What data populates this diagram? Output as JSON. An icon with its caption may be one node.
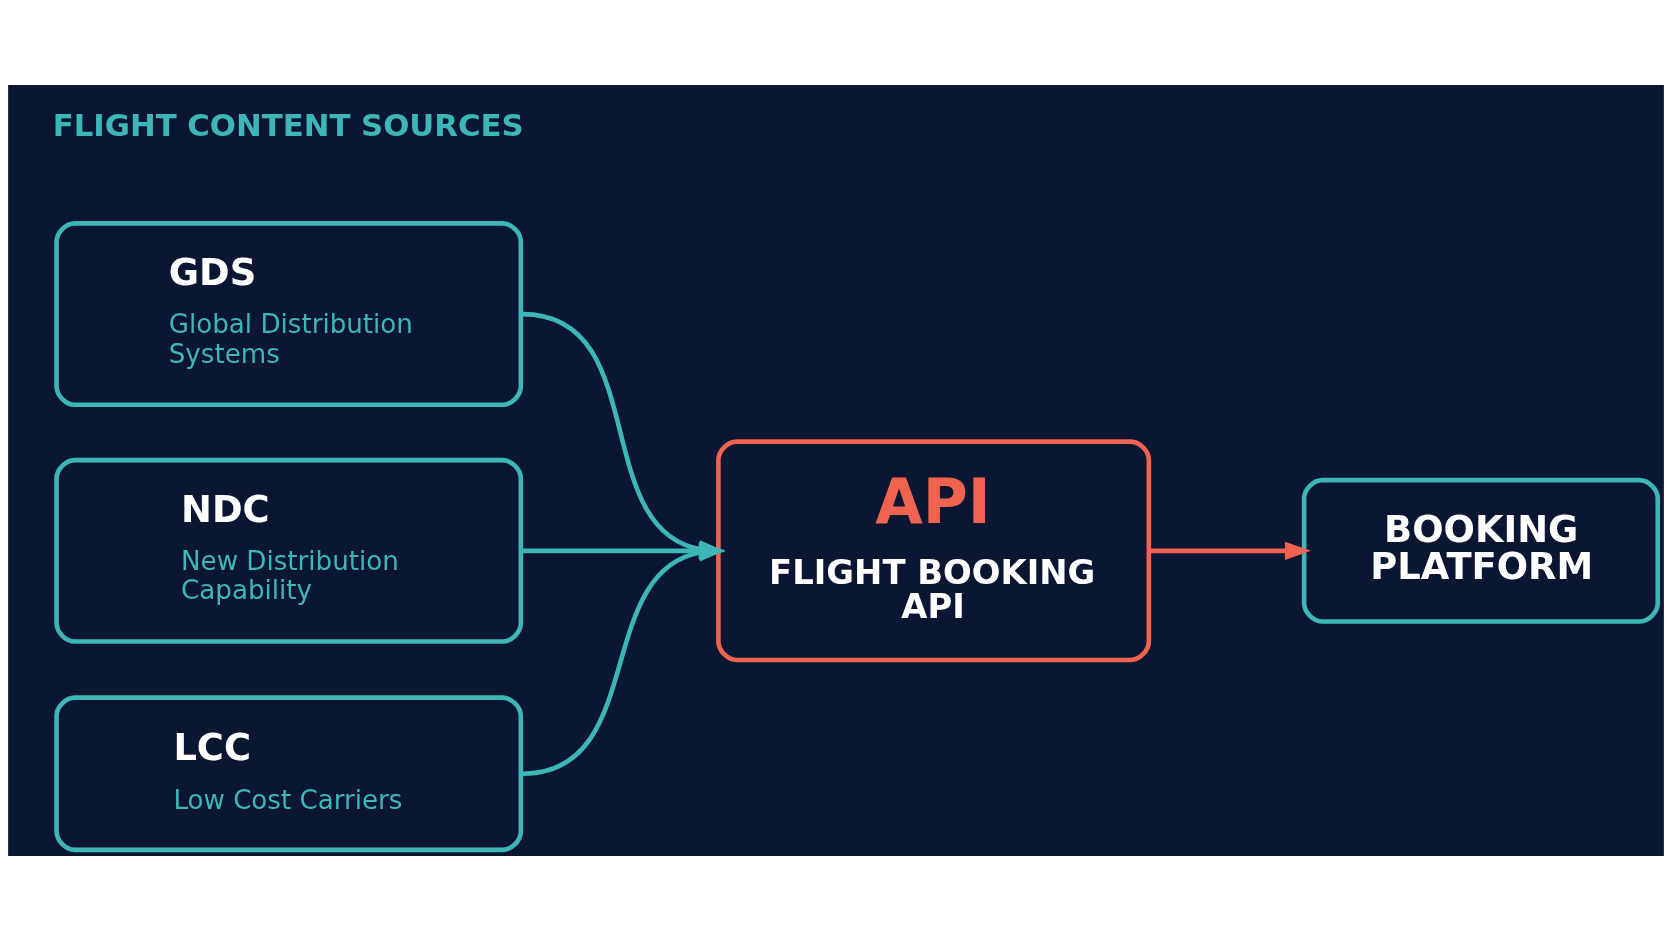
{
  "diagram": {
    "nodes": [
      {
        "text": [
          "GDS",
          "Global Distribution Systems"
        ]
      },
      {
        "text": [
          "NDC",
          "New Distribution Capability"
        ]
      },
      {
        "text": [
          "LCC",
          "Low Cost Carriers"
        ]
      },
      {
        "text": [
          "API",
          "FLIGHT BOOKING API"
        ]
      },
      {
        "text": [
          "BOOKING PLATFORM"
        ]
      }
    ],
    "edges": [
      {
        "from": 0,
        "to": 3,
        "arrow": "to"
      },
      {
        "from": 1,
        "to": 3,
        "arrow": "to"
      },
      {
        "from": 2,
        "to": 3,
        "arrow": "to"
      },
      {
        "from": 3,
        "to": 4,
        "arrow": "to",
        "color": "#ef6350"
      }
    ],
    "labels": [
      "FLIGHT CONTENT SOURCES"
    ]
  }
}
